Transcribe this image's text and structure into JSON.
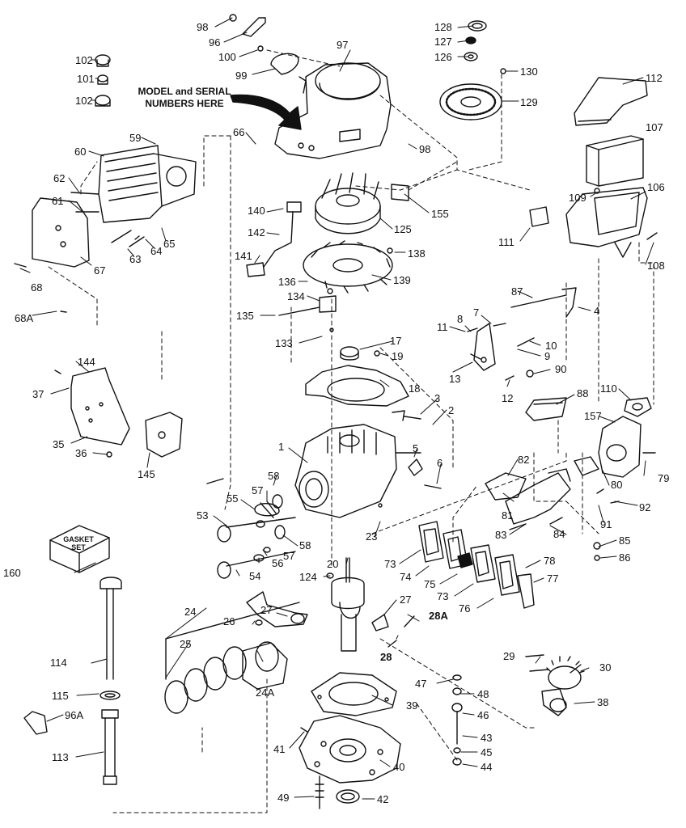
{
  "diagram": {
    "note_line1": "MODEL and SERIAL",
    "note_line2": "NUMBERS HERE",
    "gasket_line1": "GASKET",
    "gasket_line2": "SET",
    "callouts": [
      "98",
      "96",
      "97",
      "100",
      "99",
      "128",
      "127",
      "126",
      "130",
      "129",
      "112",
      "107",
      "102",
      "101",
      "102",
      "59",
      "60",
      "66",
      "98",
      "62",
      "61",
      "65",
      "64",
      "63",
      "67",
      "68",
      "68A",
      "140",
      "142",
      "141",
      "125",
      "155",
      "138",
      "139",
      "136",
      "134",
      "135",
      "133",
      "109",
      "106",
      "111",
      "108",
      "87",
      "4",
      "7",
      "8",
      "11",
      "10",
      "9",
      "13",
      "12",
      "90",
      "17",
      "19",
      "18",
      "3",
      "2",
      "88",
      "110",
      "157",
      "144",
      "37",
      "35",
      "36",
      "145",
      "1",
      "5",
      "6",
      "58",
      "57",
      "55",
      "53",
      "58",
      "57",
      "56",
      "54",
      "23",
      "82",
      "80",
      "79",
      "81",
      "92",
      "91",
      "83",
      "84",
      "85",
      "86",
      "160",
      "20",
      "124",
      "73",
      "74",
      "75",
      "73",
      "76",
      "78",
      "77",
      "24",
      "26",
      "27",
      "27",
      "28A",
      "28",
      "25",
      "24A",
      "114",
      "29",
      "30",
      "47",
      "48",
      "38",
      "115",
      "39",
      "46",
      "96A",
      "41",
      "43",
      "45",
      "44",
      "113",
      "40",
      "49",
      "42"
    ]
  }
}
